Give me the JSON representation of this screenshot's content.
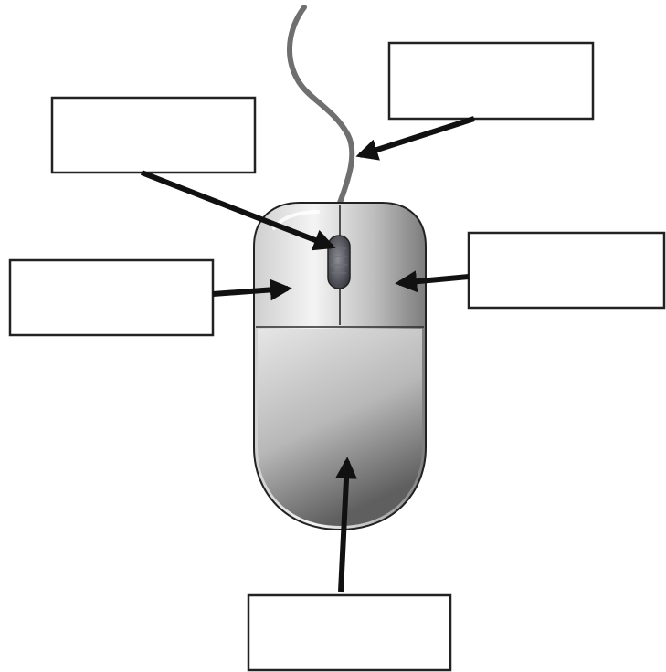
{
  "diagram": {
    "subject": "computer-mouse",
    "label_boxes": [
      {
        "id": "cable",
        "text": ""
      },
      {
        "id": "scroll-wheel",
        "text": ""
      },
      {
        "id": "left-button",
        "text": ""
      },
      {
        "id": "right-button",
        "text": ""
      },
      {
        "id": "body",
        "text": ""
      }
    ],
    "colors": {
      "outline": "#222222",
      "arrow": "#111111",
      "box_fill": "#ffffff",
      "cable": "#6f6f6f",
      "body_light": "#f2f2f2",
      "body_dark": "#8a8a8a",
      "wheel": "#4b4b52"
    }
  }
}
